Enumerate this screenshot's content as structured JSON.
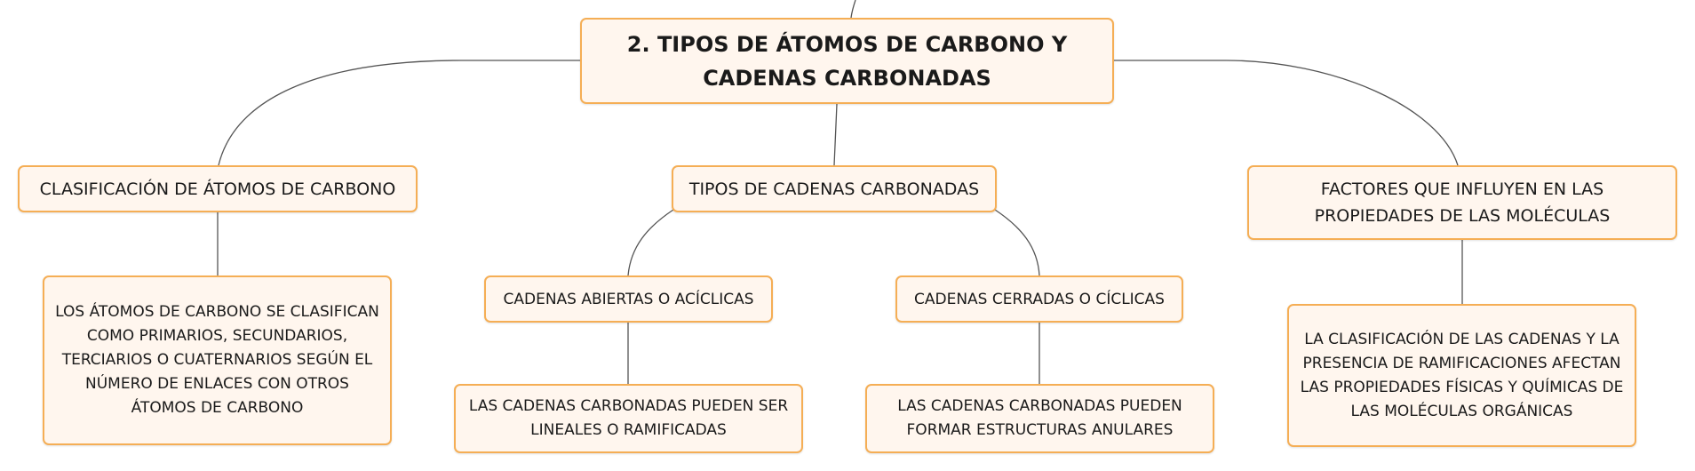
{
  "map": {
    "root": "2. TIPOS DE ÁTOMOS DE CARBONO Y CADENAS CARBONADAS",
    "clasificacion": {
      "title": "CLASIFICACIÓN DE ÁTOMOS DE CARBONO",
      "detail": "LOS ÁTOMOS DE CARBONO SE CLASIFICAN COMO PRIMARIOS, SECUNDARIOS, TERCIARIOS O CUATERNARIOS SEGÚN EL NÚMERO DE ENLACES CON OTROS ÁTOMOS DE CARBONO"
    },
    "tipos": {
      "title": "TIPOS DE CADENAS CARBONADAS",
      "abiertas": {
        "title": "CADENAS ABIERTAS O ACÍCLICAS",
        "detail": "LAS CADENAS CARBONADAS PUEDEN SER LINEALES O RAMIFICADAS"
      },
      "cerradas": {
        "title": "CADENAS CERRADAS O CÍCLICAS",
        "detail": "LAS CADENAS CARBONADAS PUEDEN FORMAR ESTRUCTURAS ANULARES"
      }
    },
    "factores": {
      "title": "FACTORES QUE INFLUYEN EN LAS PROPIEDADES DE LAS MOLÉCULAS",
      "detail": "LA CLASIFICACIÓN DE LAS CADENAS Y LA PRESENCIA DE RAMIFICACIONES AFECTAN LAS PROPIEDADES FÍSICAS Y QUÍMICAS DE LAS MOLÉCULAS ORGÁNICAS"
    }
  },
  "colors": {
    "node_fill": "#fff6ee",
    "node_border": "#f5ae55",
    "connector": "#555555",
    "text": "#1a1a1a"
  }
}
